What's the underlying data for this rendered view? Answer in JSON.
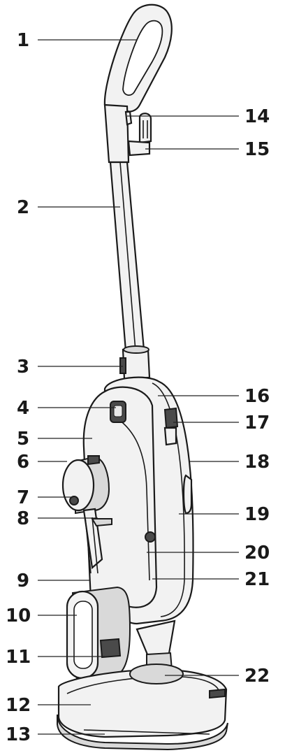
{
  "callouts": [
    {
      "label": "1",
      "side": "left"
    },
    {
      "label": "2",
      "side": "left"
    },
    {
      "label": "3",
      "side": "left"
    },
    {
      "label": "4",
      "side": "left"
    },
    {
      "label": "5",
      "side": "left"
    },
    {
      "label": "6",
      "side": "left"
    },
    {
      "label": "7",
      "side": "left"
    },
    {
      "label": "8",
      "side": "left"
    },
    {
      "label": "9",
      "side": "left"
    },
    {
      "label": "10",
      "side": "left"
    },
    {
      "label": "11",
      "side": "left"
    },
    {
      "label": "12",
      "side": "left"
    },
    {
      "label": "13",
      "side": "left"
    },
    {
      "label": "14",
      "side": "right"
    },
    {
      "label": "15",
      "side": "right"
    },
    {
      "label": "16",
      "side": "right"
    },
    {
      "label": "17",
      "side": "right"
    },
    {
      "label": "18",
      "side": "right"
    },
    {
      "label": "19",
      "side": "right"
    },
    {
      "label": "20",
      "side": "right"
    },
    {
      "label": "21",
      "side": "right"
    },
    {
      "label": "22",
      "side": "right"
    }
  ]
}
